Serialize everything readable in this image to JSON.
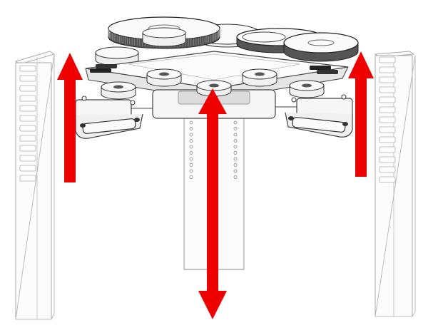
{
  "diagram": {
    "colors": {
      "arrow": "#ee0000",
      "outline": "#555555",
      "light_outline": "#9a9a9a",
      "fill": "#f6f6f6",
      "shade": "#d9d9d9",
      "dark": "#222222"
    },
    "arrows": [
      {
        "name": "left-up-arrow",
        "direction": "up"
      },
      {
        "name": "center-up-down-arrow",
        "direction": "up-down"
      },
      {
        "name": "right-up-arrow",
        "direction": "up"
      }
    ],
    "rails": [
      {
        "name": "left-rail"
      },
      {
        "name": "right-rail"
      }
    ],
    "gears_count": 5,
    "linkage_holes_count": 10
  }
}
